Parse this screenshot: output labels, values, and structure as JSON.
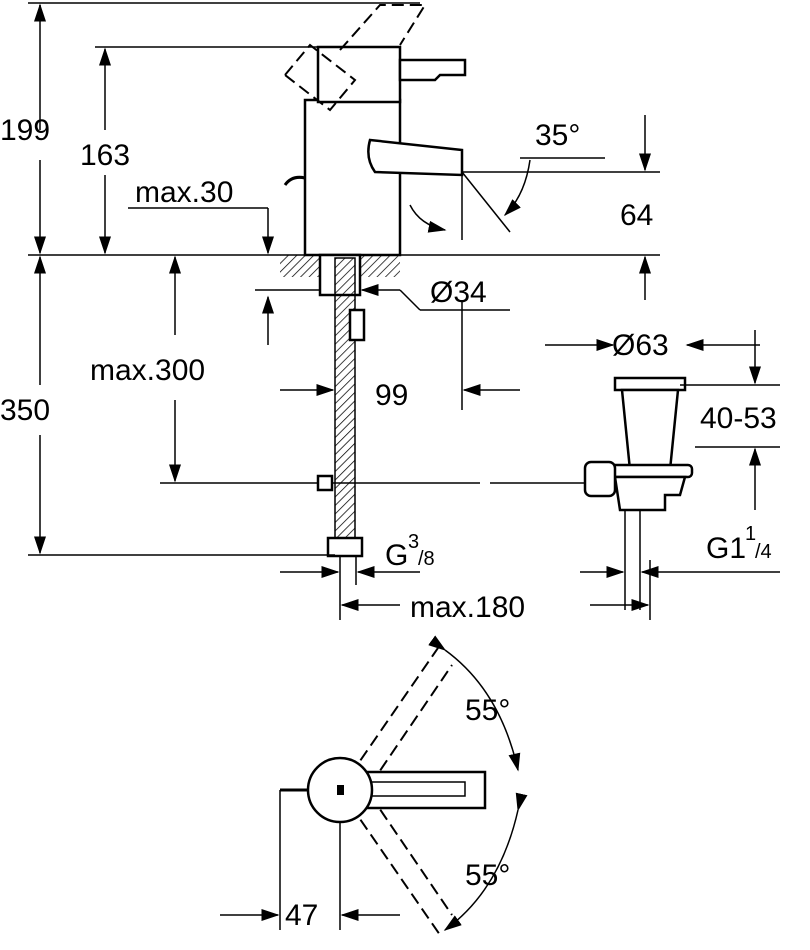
{
  "title": "Basin mixer dimension drawing",
  "dimensions": {
    "total_height": "199",
    "body_height": "163",
    "max_deck_thickness": "max.30",
    "spout_angle": "35°",
    "spout_height": "64",
    "mounting_diameter": "Ø34",
    "max_hose_length": "max.300",
    "spout_reach": "99",
    "waste_diameter": "Ø63",
    "below_deck_depth": "350",
    "waste_range": "40-53",
    "inlet_thread_main": "G",
    "inlet_thread_sup": "3",
    "inlet_thread_sub": "/8",
    "waste_thread_main": "G1",
    "waste_thread_sup": "1",
    "waste_thread_sub": "/4",
    "max_waste_distance": "max.180",
    "lever_angle_upper": "55°",
    "lever_angle_lower": "55°",
    "lever_offset": "47"
  }
}
